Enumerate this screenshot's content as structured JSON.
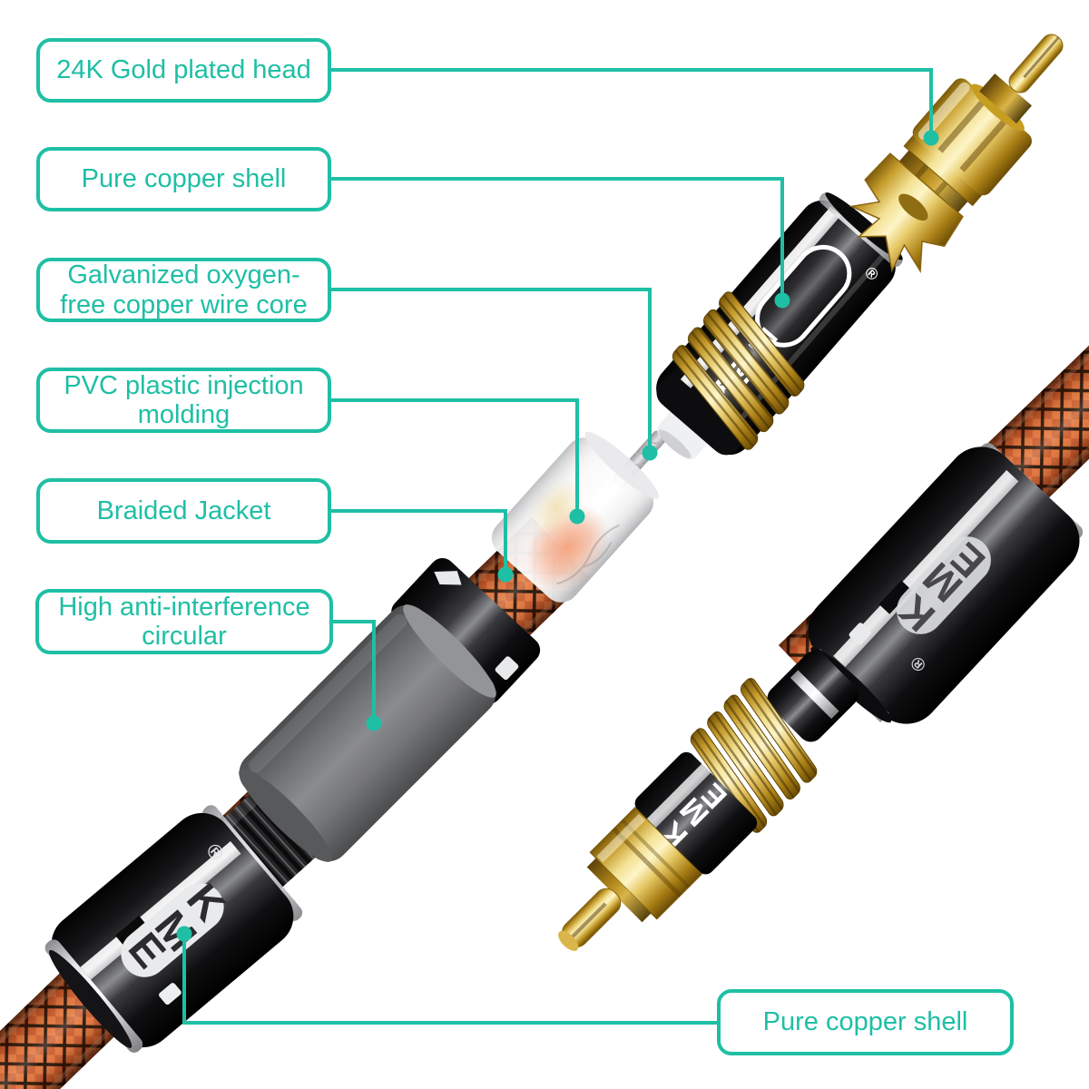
{
  "brand": {
    "logo": "EMK",
    "registered": "®"
  },
  "callouts": {
    "gold_head": "24K Gold plated head",
    "copper_shell_top": "Pure copper shell",
    "wire_core": "Galvanized oxygen-free copper wire core",
    "pvc_molding": "PVC plastic injection molding",
    "braided_jacket": "Braided Jacket",
    "anti_interference": "High anti-interference circular",
    "copper_shell_bottom": "Pure copper shell"
  },
  "colors": {
    "accent": "#1ebfa5",
    "gold": "#e3c35c",
    "braid_orange": "#c65c30",
    "shell_black": "#141416",
    "ferrite_gray": "#7b7c7f"
  }
}
